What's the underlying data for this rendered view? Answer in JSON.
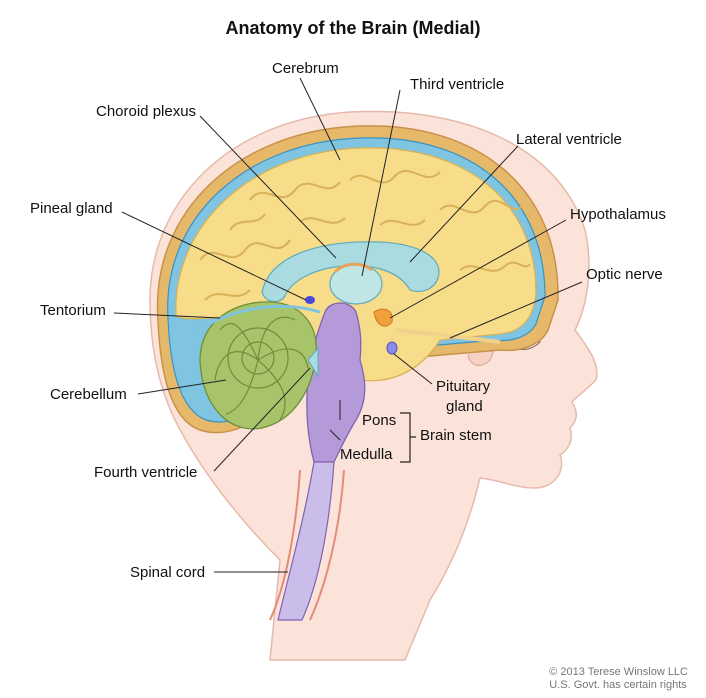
{
  "title": "Anatomy of the Brain (Medial)",
  "labels": {
    "cerebrum": "Cerebrum",
    "third_ventricle": "Third ventricle",
    "choroid_plexus": "Choroid plexus",
    "lateral_ventricle": "Lateral ventricle",
    "pineal_gland": "Pineal gland",
    "hypothalamus": "Hypothalamus",
    "optic_nerve": "Optic nerve",
    "tentorium": "Tentorium",
    "cerebellum": "Cerebellum",
    "pituitary_gland_line1": "Pituitary",
    "pituitary_gland_line2": "gland",
    "pons": "Pons",
    "brain_stem": "Brain stem",
    "medulla": "Medulla",
    "fourth_ventricle": "Fourth ventricle",
    "spinal_cord": "Spinal cord"
  },
  "copyright": {
    "line1": "© 2013 Terese Winslow LLC",
    "line2": "U.S. Govt. has certain rights"
  },
  "colors": {
    "skin": "#fbe3da",
    "skull": "#e6b86a",
    "cerebrum": "#f7dc8a",
    "ventricle": "#a9dbe0",
    "brainstem": "#b49ad8",
    "cerebellum": "#a8c46a",
    "pituitary": "#f2a03c"
  }
}
